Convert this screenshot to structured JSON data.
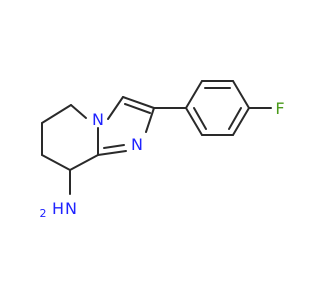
{
  "molecule": {
    "atom_labels": {
      "n_ring_bridge": "N",
      "n_imidazole": "N",
      "fluorine": "F",
      "amine_n": "N",
      "amine_h": "H"
    },
    "colors": {
      "nitrogen": "#1f23ff",
      "fluorine": "#4a9a1a",
      "bond": "#2a2a2a"
    }
  }
}
